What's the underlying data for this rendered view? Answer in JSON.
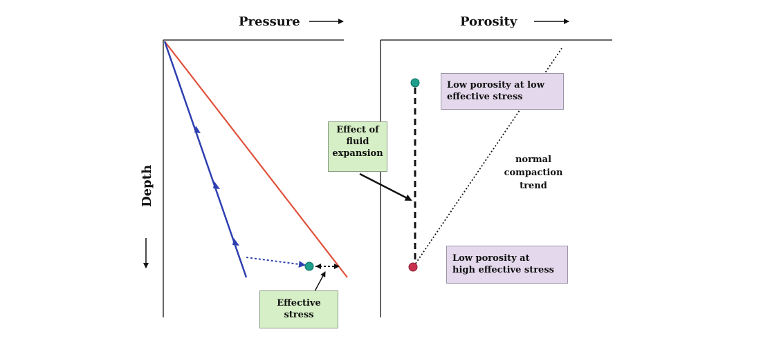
{
  "left_panel": {
    "x_axis_label": "Pressure",
    "y_axis_label": "Depth",
    "effect_of_fluid_expansion": [
      "Effect of",
      "fluid",
      "expansion"
    ],
    "effective_stress": [
      "Effective",
      "stress"
    ]
  },
  "right_panel": {
    "x_axis_label": "Porosity",
    "trend_label": [
      "normal",
      "compaction",
      "trend"
    ],
    "low_porosity_low_stress": [
      "Low porosity at low",
      "effective stress"
    ],
    "low_porosity_high_stress": [
      "Low porosity at",
      "high effective stress"
    ]
  },
  "colors": {
    "hydrostatic_line": "#2e3fb0",
    "lithostatic_line": "#e0503a",
    "teal_marker": "#1f9e8c",
    "red_marker": "#c8324e",
    "green_box": "#d6efc6",
    "purple_box": "#e4d8ec"
  },
  "icons": [
    "arrow-right-icon",
    "arrow-up-icon",
    "arrow-head-icon"
  ]
}
